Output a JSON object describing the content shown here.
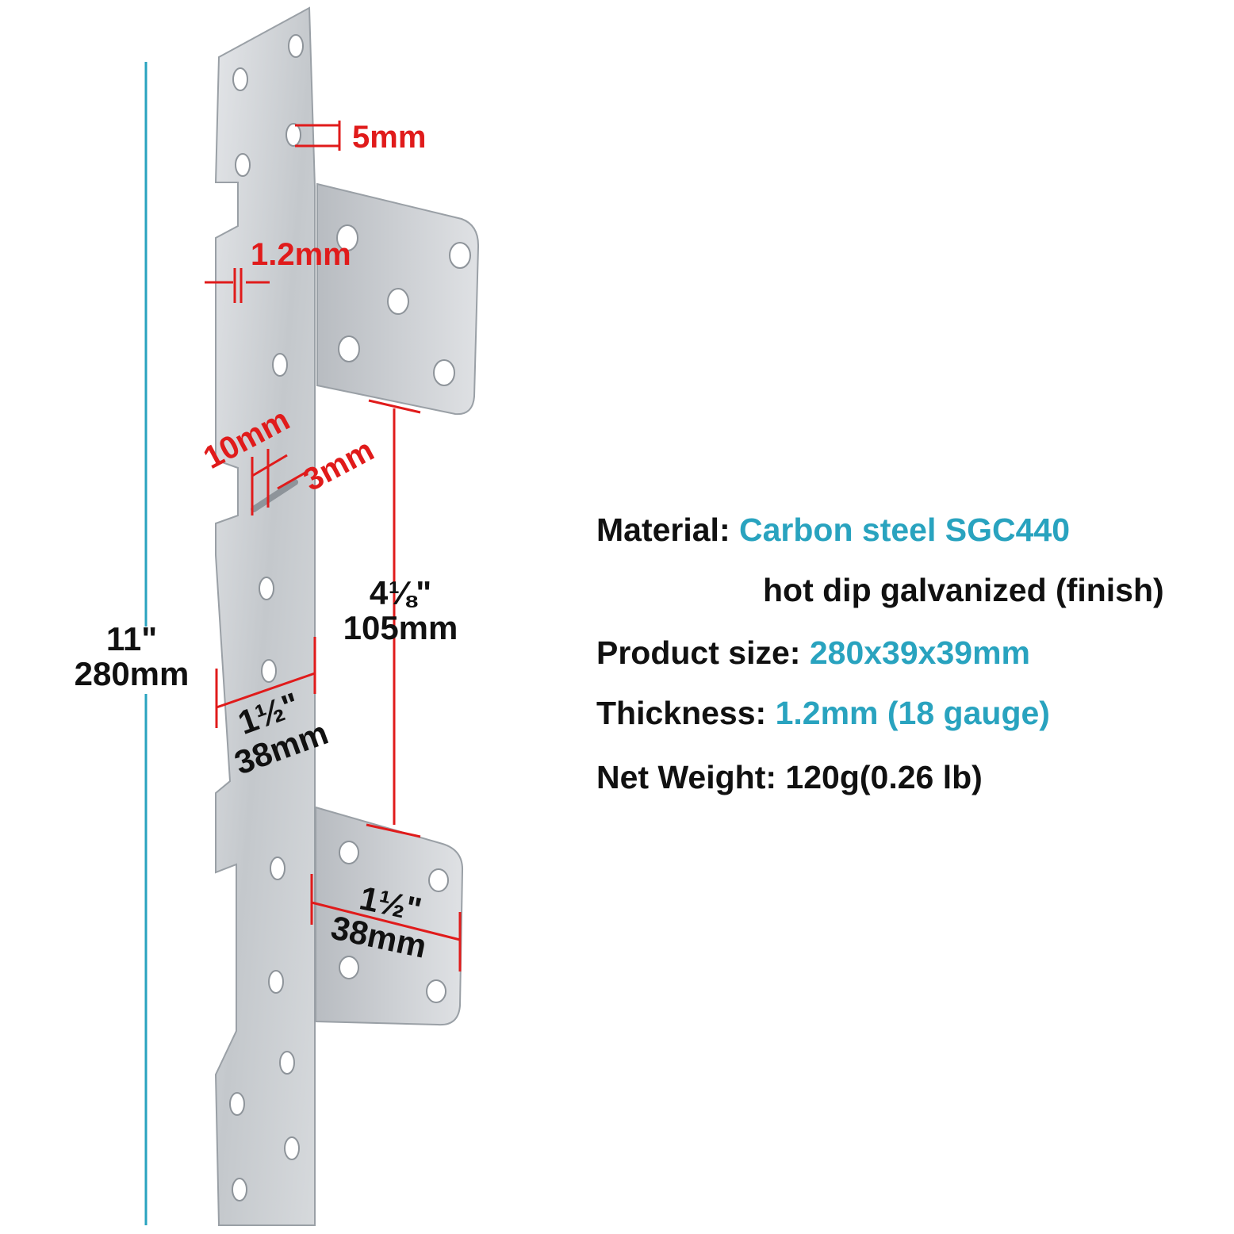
{
  "colors": {
    "accent": "#29a3bf",
    "dimension_red": "#e01b1b",
    "metal": "#c9ccd0",
    "text": "#111111"
  },
  "dimensions": {
    "hole_diameter": "5mm",
    "thickness": "1.2mm",
    "slot_length": "10mm",
    "slot_width": "3mm",
    "flange_spacing_in": "4⅛\"",
    "flange_spacing_mm": "105mm",
    "plate_width_in": "1½\"",
    "plate_width_mm": "38mm",
    "flange_width_in": "1½\"",
    "flange_width_mm": "38mm",
    "total_height_in": "11\"",
    "total_height_mm": "280mm"
  },
  "specs": {
    "material_label": "Material:",
    "material_value": "Carbon steel SGC440",
    "finish_value": "hot dip galvanized (finish)",
    "size_label": "Product size:",
    "size_value": "280x39x39mm",
    "thickness_label": "Thickness:",
    "thickness_value": "1.2mm (18 gauge)",
    "weight_label": "Net Weight:",
    "weight_value": "120g(0.26 lb)"
  }
}
